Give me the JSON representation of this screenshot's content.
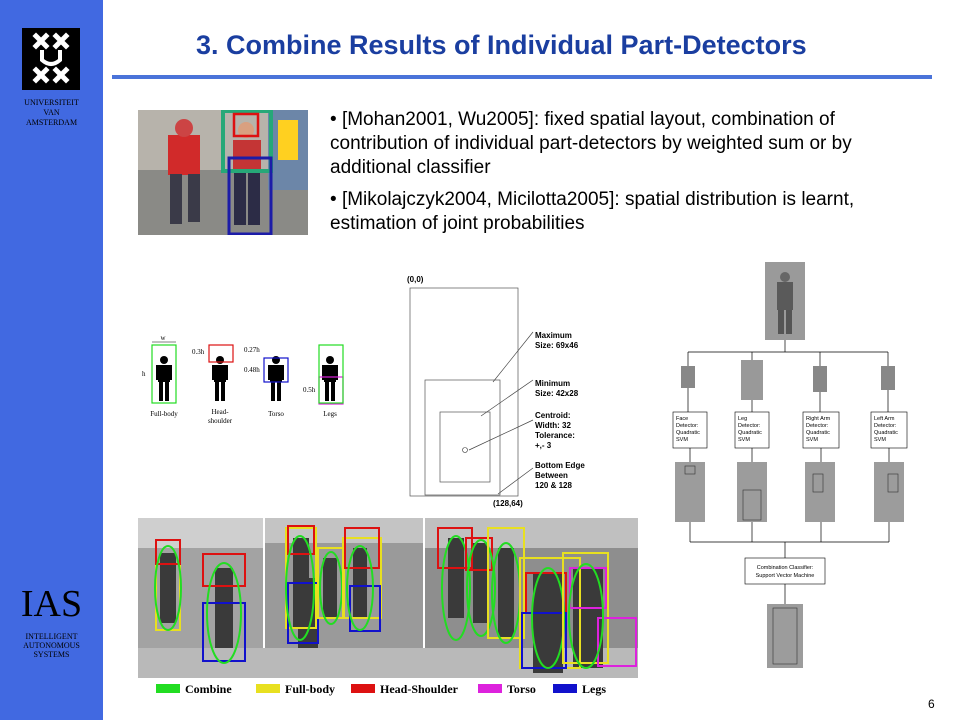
{
  "sidebar": {
    "university_lines": [
      "UNIVERSITEIT",
      "VAN",
      "AMSTERDAM"
    ],
    "ias": "IAS",
    "ias_sub_lines": [
      "INTELLIGENT",
      "AUTONOMOUS",
      "SYSTEMS"
    ]
  },
  "slide": {
    "title": "3. Combine Results of Individual Part-Detectors",
    "bullets": [
      "[Mohan2001, Wu2005]: fixed spatial layout, combination of contribution of individual part-detectors by weighted sum or by additional classifier",
      "[Mikolajczyk2004, Micilotta2005]: spatial distribution is learnt, estimation of joint probabilities"
    ],
    "page_number": "6"
  },
  "figure_parts": {
    "w_label": "w",
    "h_label": "h",
    "dim1": "0.3h",
    "dim2": "0.27h",
    "dim3": "0.48h",
    "dim4": "0.5h",
    "labels": [
      "Full-body",
      "Head-",
      "shoulder",
      "Torso",
      "Legs"
    ]
  },
  "figure_layout": {
    "origin": "(0,0)",
    "maximum": [
      "Maximum",
      "Size: 69x46"
    ],
    "minimum": [
      "Minimum",
      "Size: 42x28"
    ],
    "centroid": [
      "Centroid:",
      "Width: 32",
      "Tolerance:",
      "+,- 3"
    ],
    "bottom": [
      "Bottom Edge",
      "Between",
      "120 & 128"
    ],
    "corner": "(128,64)"
  },
  "figure_tree": {
    "face": [
      "Face",
      "Detector:",
      "Quadratic",
      "SVM"
    ],
    "leg": [
      "Leg",
      "Detector:",
      "Quadratic",
      "SVM"
    ],
    "right_arm": [
      "Right Arm",
      "Detector:",
      "Quadratic",
      "SVM"
    ],
    "left_arm": [
      "Left Arm",
      "Detector:",
      "Quadratic",
      "SVM"
    ],
    "combination": [
      "Combination Classifier:",
      "Support Vector Machine"
    ]
  },
  "legend": [
    {
      "label": "Combine",
      "color": "#22dd22"
    },
    {
      "label": "Full-body",
      "color": "#e8e020"
    },
    {
      "label": "Head-Shoulder",
      "color": "#dd1111"
    },
    {
      "label": "Torso",
      "color": "#dd22dd"
    },
    {
      "label": "Legs",
      "color": "#1111cc"
    }
  ],
  "colors": {
    "sidebar": "#4169e1",
    "title": "#1a3ea0",
    "rule": "#4a73d9"
  }
}
